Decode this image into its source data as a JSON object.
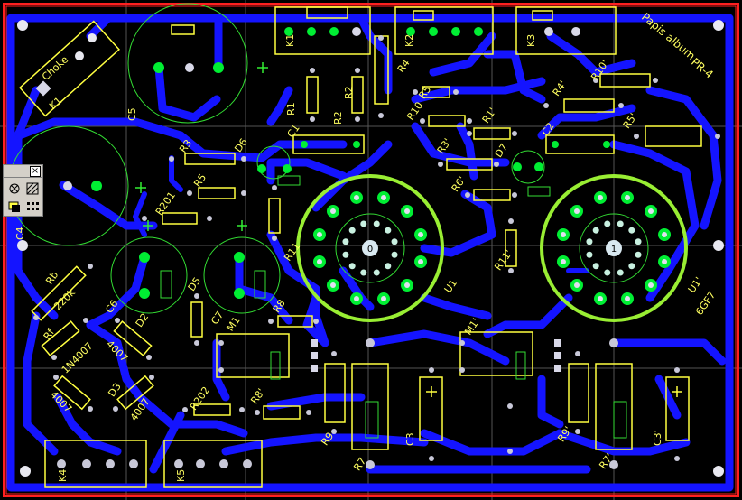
{
  "board": {
    "colors": {
      "background": "#000000",
      "trace": "#1414ff",
      "silkscreen": "#ffff40",
      "outline": "#ff2020",
      "pad": "#00ff33",
      "hole": "#d8d8e8",
      "circle": "#33ee33",
      "grid": "#606060",
      "socket_ring": "#99ee33"
    },
    "labels": {
      "choke": "Choke",
      "k1": "K1",
      "k1b": "K1",
      "k2": "K2",
      "k3": "K3",
      "k4": "K4",
      "k5": "K5",
      "c5": "C5",
      "c4": "C4",
      "r3": "R3",
      "r5": "R5",
      "d6": "D6",
      "r201": "R201",
      "d5": "D5",
      "rb": "Rb",
      "rb_value": "220k",
      "rf": "Rf",
      "d1_part": "1N4007",
      "c6": "C6",
      "c7": "C7",
      "d2": "D2",
      "d2_part": "4007",
      "d3": "D3",
      "d3_part": "4007",
      "d4_part": "4007",
      "m1": "M1",
      "r8": "R8",
      "r202": "R202",
      "r8b": "R8'",
      "r9": "R9",
      "r7": "R7",
      "c3": "C3",
      "r1": "R1",
      "r2": "R2",
      "c1": "C1",
      "r11": "R11",
      "r4": "R4",
      "r5b": "R5",
      "r10": "R10",
      "r1b": "R1'",
      "r3b": "R3'",
      "d7": "D7",
      "r6b": "R6'",
      "c2": "C2",
      "r4b": "R4'",
      "r10b": "R10'",
      "r5c": "R5'",
      "r11b": "R11'",
      "u1": "U1",
      "m1b": "M1'",
      "r9b": "R9'",
      "r7b": "R7'",
      "c3b": "C3'",
      "u1b": "U1'",
      "tube_type": "6GF7",
      "title1": "Papis album",
      "title2": "PR-4",
      "socket0": "0",
      "socket1": "1"
    }
  },
  "toolbar": {
    "close": "×",
    "icons": [
      "grid-cross-icon",
      "hatch-icon",
      "layer-icon",
      "pad-grid-icon"
    ]
  }
}
